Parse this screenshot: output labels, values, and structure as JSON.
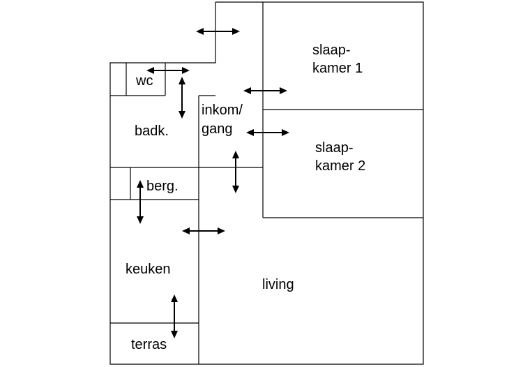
{
  "rooms": {
    "slaapkamer1": [
      "slaap-",
      "kamer 1"
    ],
    "slaapkamer2": [
      "slaap-",
      "kamer 2"
    ],
    "wc": "wc",
    "inkom": [
      "inkom/",
      "gang"
    ],
    "badk": "badk.",
    "berg": "berg.",
    "keuken": "keuken",
    "living": "living",
    "terras": "terras"
  },
  "door_arrows": [
    {
      "name": "arrow-top-corridor",
      "orientation": "horizontal"
    },
    {
      "name": "arrow-wc",
      "orientation": "horizontal"
    },
    {
      "name": "arrow-wc-badk",
      "orientation": "vertical"
    },
    {
      "name": "arrow-slaapkamer-1",
      "orientation": "horizontal"
    },
    {
      "name": "arrow-slaapkamer-2",
      "orientation": "horizontal"
    },
    {
      "name": "arrow-inkom-living",
      "orientation": "vertical"
    },
    {
      "name": "arrow-berg-keuken",
      "orientation": "vertical"
    },
    {
      "name": "arrow-keuken-living",
      "orientation": "horizontal"
    },
    {
      "name": "arrow-keuken-terras",
      "orientation": "vertical"
    }
  ],
  "colors": {
    "line": "#000000",
    "background": "#ffffff"
  }
}
